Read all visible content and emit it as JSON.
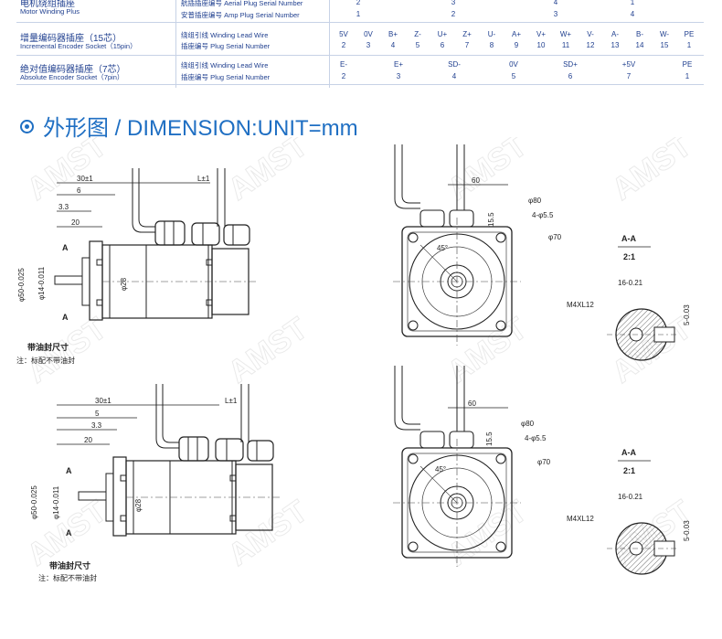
{
  "table": {
    "motor_winding": {
      "name_cn": "电机绕组插座",
      "name_en": "Motor Winding Plus",
      "rows": [
        {
          "label": "航插插座编号 Aerial Plug Serial Number",
          "values": [
            "2",
            "3",
            "4",
            "1"
          ]
        },
        {
          "label": "安普插座编号 Amp Plug Serial Number",
          "values": [
            "1",
            "2",
            "3",
            "4"
          ]
        }
      ]
    },
    "incremental": {
      "name_cn": "增量编码器插座（15芯）",
      "name_en": "Incremental Encoder Socket（15pin）",
      "rows": [
        {
          "label": "绕组引线 Winding Lead Wire",
          "values": [
            "5V",
            "0V",
            "B+",
            "Z-",
            "U+",
            "Z+",
            "U-",
            "A+",
            "V+",
            "W+",
            "V-",
            "A-",
            "B-",
            "W-",
            "PE"
          ]
        },
        {
          "label": "插座编号 Plug Serial Number",
          "values": [
            "2",
            "3",
            "4",
            "5",
            "6",
            "7",
            "8",
            "9",
            "10",
            "11",
            "12",
            "13",
            "14",
            "15",
            "1"
          ]
        }
      ]
    },
    "absolute": {
      "name_cn": "绝对值编码器插座（7芯）",
      "name_en": "Absolute Encoder Socket（7pin）",
      "rows": [
        {
          "label": "绕组引线 Winding Lead Wire",
          "values": [
            "E-",
            "E+",
            "SD-",
            "0V",
            "SD+",
            "+5V",
            "PE"
          ]
        },
        {
          "label": "插座编号 Plug Serial Number",
          "values": [
            "2",
            "3",
            "4",
            "5",
            "6",
            "7",
            "1"
          ]
        }
      ]
    }
  },
  "section_title": "外形图 / DIMENSION:UNIT=mm",
  "drawing_labels": {
    "l_dim": "L±1",
    "d30": "30±1",
    "d6": "6",
    "d5": "5",
    "d33": "3.3",
    "d20": "20",
    "d60": "60",
    "d80": "φ80",
    "d70": "φ70",
    "holes": "4-φ5.5",
    "d155": "15.5",
    "angle": "45°",
    "dia50": "φ50-0.025",
    "dia14": "φ14-0.011",
    "d28": "φ28",
    "markA": "A",
    "seal_cn": "带油封尺寸",
    "note_cn": "注：标配不带油封",
    "section_aa": "A-A",
    "scale": "2:1",
    "d16": "16-0.21",
    "thread": "M4XL12",
    "d5key": "5-0.03",
    "watermark": "AMST"
  }
}
